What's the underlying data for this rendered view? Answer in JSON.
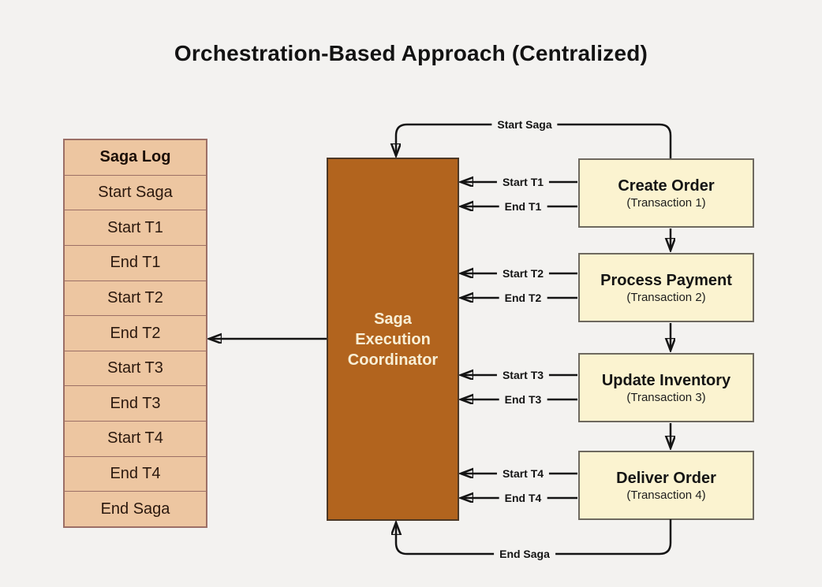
{
  "title": "Orchestration-Based Approach (Centralized)",
  "colors": {
    "background": "#f3f2f0",
    "saga_log_fill": "#edc6a1",
    "saga_log_border": "#9c6f66",
    "coordinator_fill": "#b2641e",
    "coordinator_border": "#4c3826",
    "coordinator_text": "#f8efd6",
    "service_fill": "#fbf3d0",
    "service_border": "#6e695f",
    "arrow": "#141414"
  },
  "saga_log": {
    "header": "Saga Log",
    "rows": [
      "Start Saga",
      "Start T1",
      "End T1",
      "Start T2",
      "End T2",
      "Start T3",
      "End T3",
      "Start T4",
      "End T4",
      "End Saga"
    ]
  },
  "coordinator": {
    "name": "Saga Execution Coordinator",
    "lines": [
      "Saga",
      "Execution",
      "Coordinator"
    ]
  },
  "services": [
    {
      "title": "Create Order",
      "subtitle": "(Transaction 1)"
    },
    {
      "title": "Process Payment",
      "subtitle": "(Transaction 2)"
    },
    {
      "title": "Update Inventory",
      "subtitle": "(Transaction 3)"
    },
    {
      "title": "Deliver Order",
      "subtitle": "(Transaction 4)"
    }
  ],
  "messages": {
    "start_saga": "Start Saga",
    "end_saga": "End Saga",
    "t1_start": "Start T1",
    "t1_end": "End T1",
    "t2_start": "Start T2",
    "t2_end": "End T2",
    "t3_start": "Start T3",
    "t3_end": "End T3",
    "t4_start": "Start T4",
    "t4_end": "End T4"
  }
}
